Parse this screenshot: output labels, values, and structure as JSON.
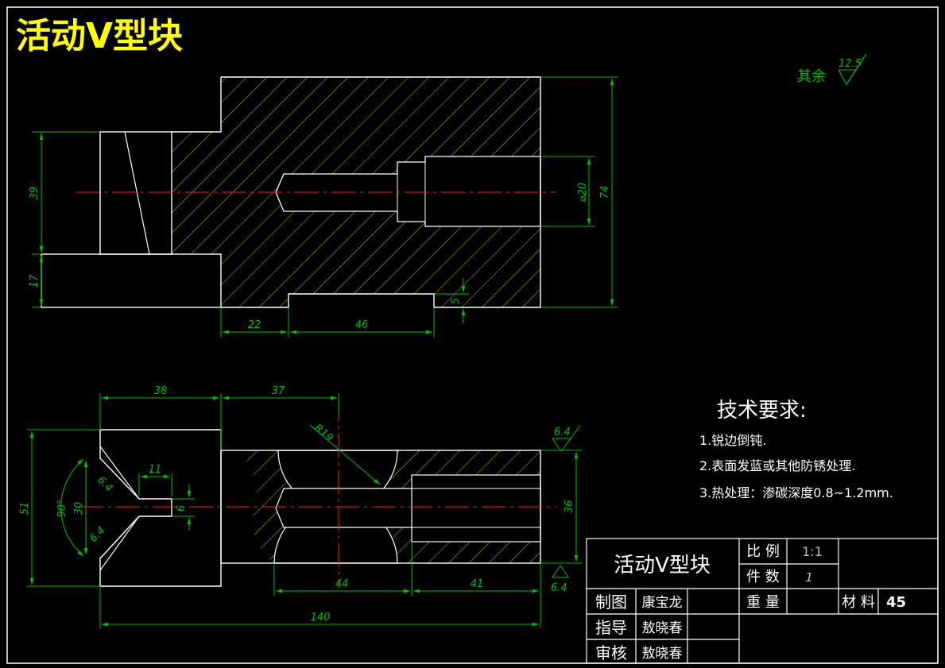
{
  "title": "活动V型块",
  "roughness": {
    "label": "其余",
    "default_value": "12.5",
    "face_value_right": "6.4",
    "face_value_bottom": "6.4",
    "slot_value_1": "6.4",
    "slot_value_2": "6.4"
  },
  "section_view": {
    "dims": {
      "height_39": "39",
      "height_17": "17",
      "width_22": "22",
      "width_46": "46",
      "slot_depth_5": "5",
      "hole_dia": "⌀20",
      "height_74": "74"
    }
  },
  "top_view": {
    "dims": {
      "width_38": "38",
      "width_37": "37",
      "radius": "R19",
      "width_11": "11",
      "hole_6": "6",
      "angle_90": "90°",
      "height_30": "30",
      "height_51": "51",
      "height_36": "36",
      "width_44": "44",
      "width_41": "41",
      "total_140": "140"
    }
  },
  "requirements": {
    "heading": "技术要求:",
    "items": [
      "1.锐边倒钝.",
      "2.表面发蓝或其他防锈处理.",
      "3.热处理：渗碳深度0.8~1.2mm."
    ]
  },
  "title_block": {
    "part_name": "活动V型块",
    "scale_label": "比 例",
    "scale_value": "1:1",
    "qty_label": "件 数",
    "qty_value": "1",
    "weight_label": "重 量",
    "material_label": "材 料",
    "material_value": "45",
    "drawn_label": "制图",
    "drawn_name": "康宝龙",
    "guide_label": "指导",
    "guide_name": "敖晓春",
    "check_label": "审核",
    "check_name": "敖晓春"
  },
  "colors": {
    "outline": "#ffffff",
    "dimension": "#00c000",
    "hatch": "#c8c800",
    "centerline": "#ff2020",
    "title": "#ffff00"
  }
}
